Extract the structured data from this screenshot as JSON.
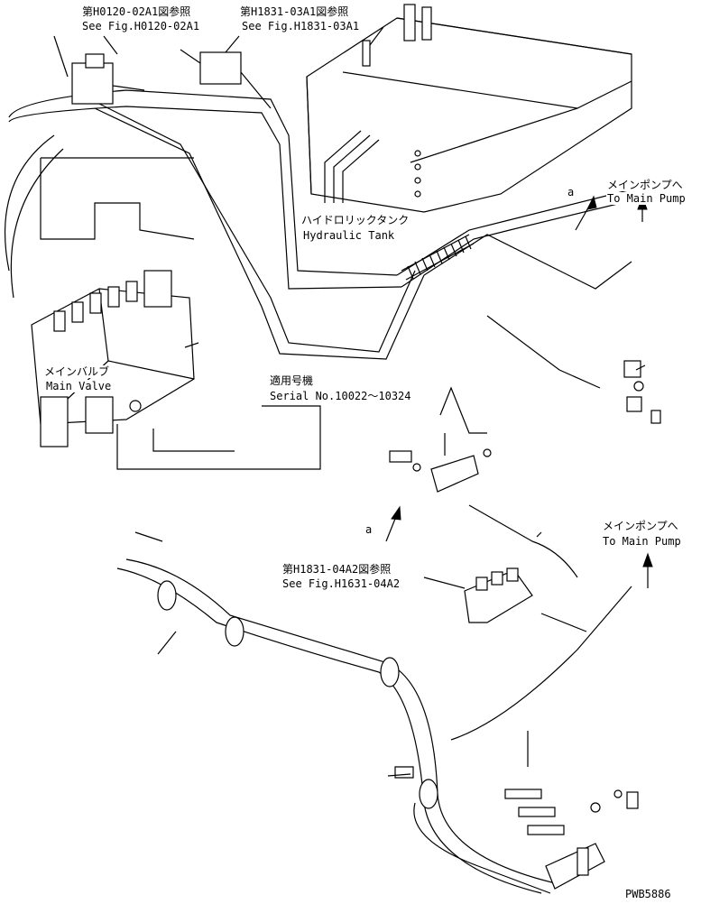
{
  "references": {
    "ref_h0120": {
      "jp": "第H0120-02A1図参照",
      "en": "See Fig.H0120-02A1"
    },
    "ref_h1831_03": {
      "jp": "第H1831-03A1図参照",
      "en": "See Fig.H1831-03A1"
    },
    "ref_h1831_04": {
      "jp": "第H1831-04A2図参照",
      "en": "See Fig.H1631-04A2"
    }
  },
  "labels": {
    "hydraulic_tank": {
      "jp": "ハイドロリックタンク",
      "en": "Hydraulic Tank"
    },
    "to_main_pump_top": {
      "jp": "メインポンプへ",
      "en": "To Main Pump"
    },
    "to_main_pump_right": {
      "jp": "メインポンプへ",
      "en": "To Main Pump"
    },
    "main_valve": {
      "jp": "メインバルブ",
      "en": "Main Valve"
    },
    "serial_title": "適用号機",
    "serial_range": "Serial No.10022～10324",
    "connection_a_top": "a",
    "connection_a_bottom": "a",
    "drawing_code": "PWB5886"
  }
}
